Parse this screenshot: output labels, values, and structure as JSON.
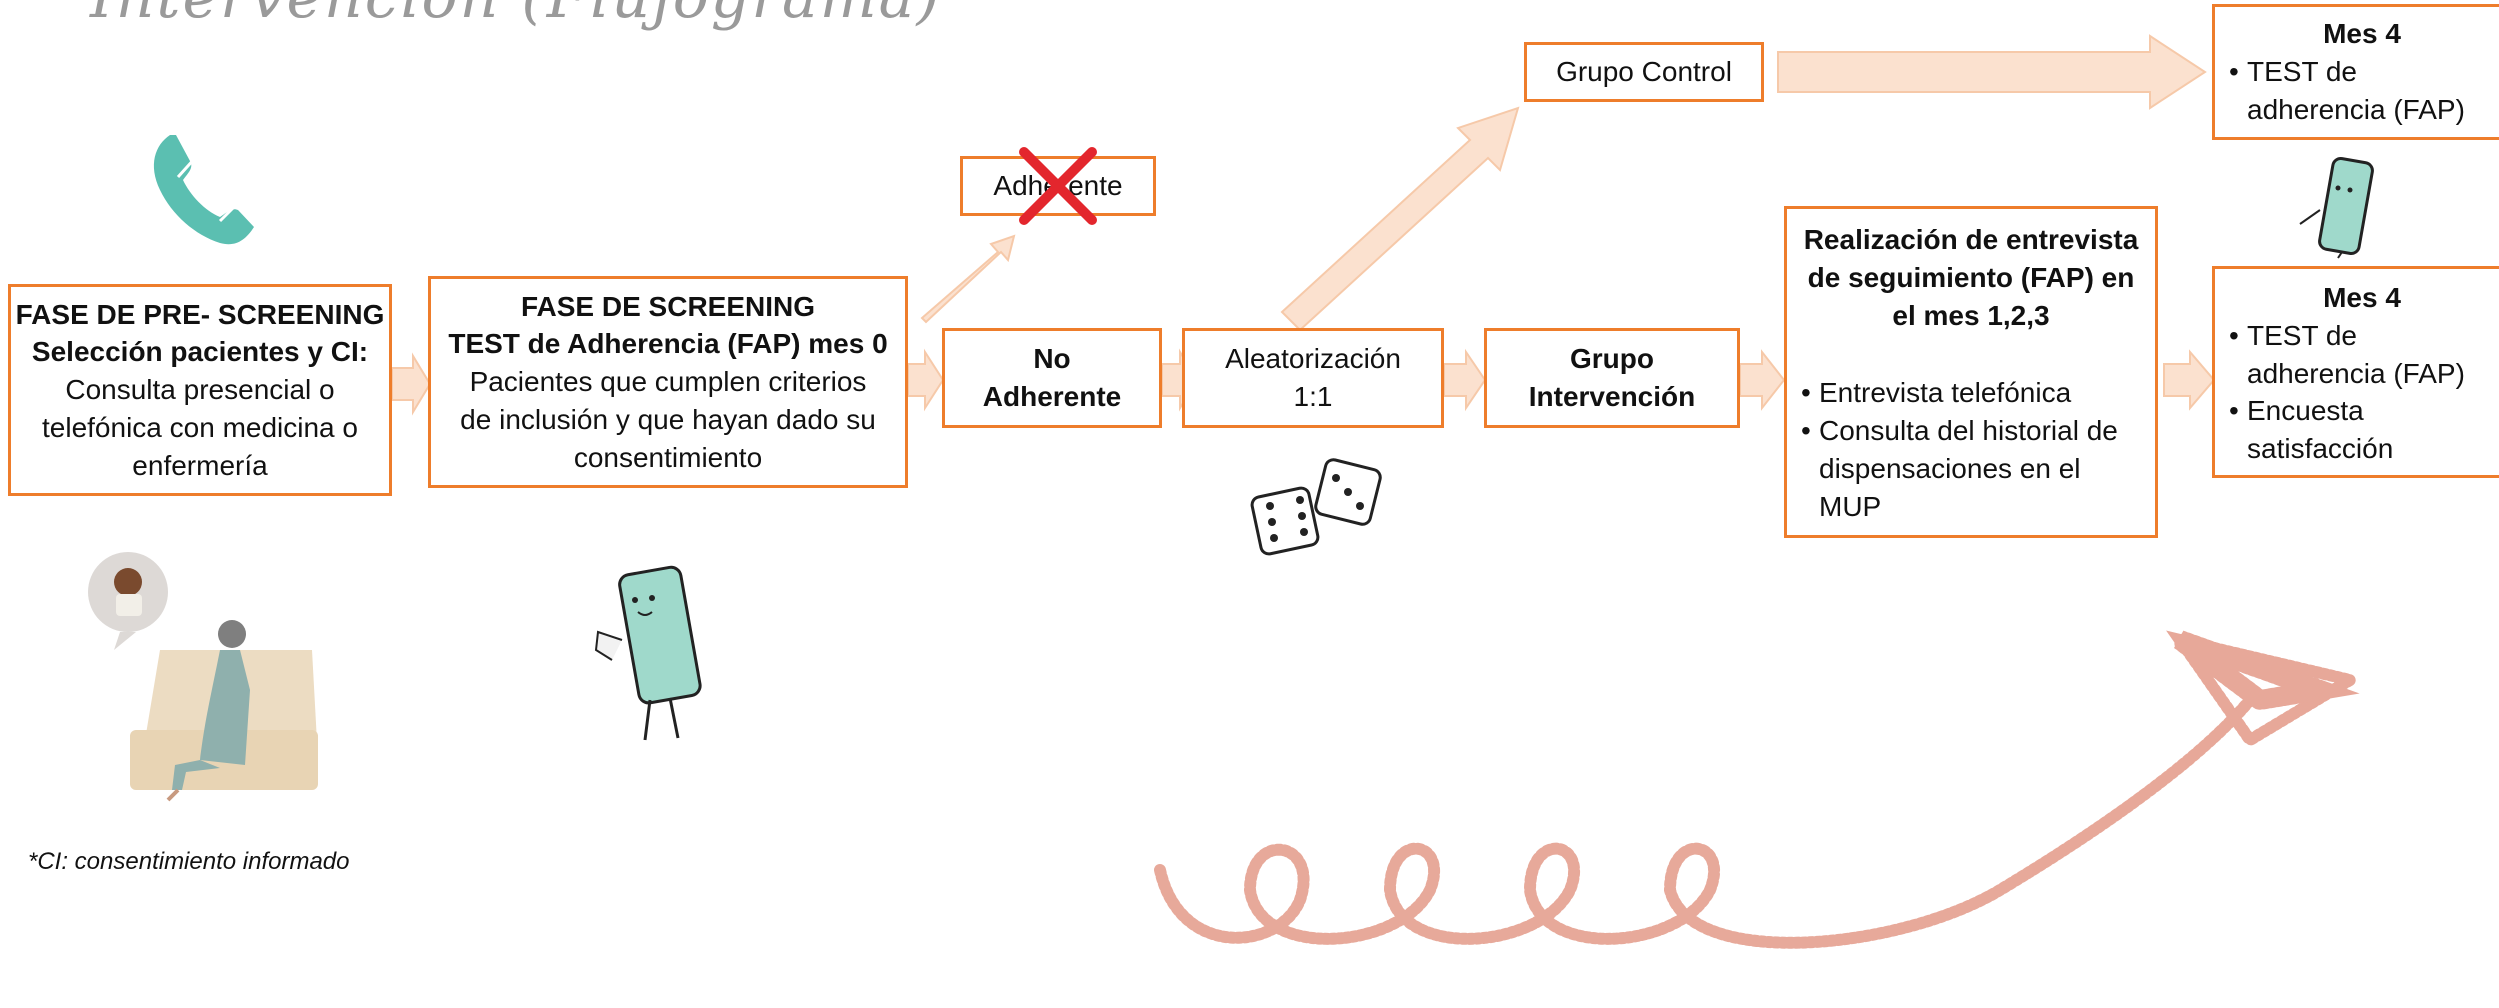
{
  "title": "Intervención (Flujograma)",
  "colors": {
    "accent": "#ee7d2b",
    "arrow_fill": "#fbe1cf",
    "cross": "#e3262d"
  },
  "boxes": {
    "prescreening": {
      "title": "FASE DE PRE- SCREENING",
      "subtitle": "Selección pacientes y  CI:",
      "text": "Consulta presencial o telefónica con  medicina o enfermería"
    },
    "screening": {
      "title": "FASE DE SCREENING",
      "subtitle": "TEST de Adherencia (FAP) mes 0",
      "text": "Pacientes que cumplen criterios de inclusión y que hayan dado su consentimiento"
    },
    "adherente": {
      "label": "Adherente"
    },
    "no_adherente": {
      "line1": "No",
      "line2": "Adherente"
    },
    "aleatorizacion": {
      "line1": "Aleatorización",
      "line2": "1:1"
    },
    "grupo_control": {
      "label": "Grupo Control"
    },
    "grupo_intervencion": {
      "line1": "Grupo",
      "line2": "Intervención"
    },
    "seguimiento": {
      "title": "Realización de entrevista de seguimiento (FAP) en el mes 1,2,3",
      "bullets": [
        "Entrevista telefónica",
        "Consulta del historial de dispensaciones en el MUP"
      ]
    },
    "mes4_control": {
      "title": "Mes 4",
      "bullets": [
        "TEST de adherencia (FAP)"
      ]
    },
    "mes4_intervencion": {
      "title": "Mes 4",
      "bullets": [
        "TEST de adherencia (FAP)",
        "Encuesta satisfacción"
      ]
    }
  },
  "bullet_char": "•",
  "footnote": "*CI: consentimiento informado",
  "icons": [
    "phone-icon",
    "patient-call-illustration",
    "phone-character-illustration",
    "dice-icon",
    "phone-character-small-illustration",
    "glitter-swirl-arrow"
  ]
}
